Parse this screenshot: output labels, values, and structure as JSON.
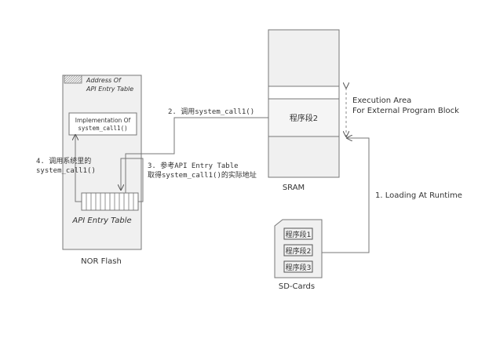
{
  "nor_flash": {
    "label": "NOR Flash",
    "address_line1": "Address Of",
    "address_line2": "API Entry Table",
    "impl_line1": "Implementation Of",
    "impl_line2": "system_call1()",
    "api_table_label": "API Entry Table"
  },
  "sram": {
    "label": "SRAM",
    "segment_label": "程序段2",
    "exec_line1": "Execution Area",
    "exec_line2": "For External Program Block"
  },
  "sd_cards": {
    "label": "SD-Cards",
    "segments": [
      "程序段1",
      "程序段2",
      "程序段3"
    ]
  },
  "steps": {
    "step1": "1. Loading At Runtime",
    "step2": "2. 调用system_call1()",
    "step3_line1": "3. 参考API Entry Table",
    "step3_line2": "取得system_call1()的实际地址",
    "step4_line1": "4. 调用系统里的",
    "step4_line2": "system_call1()"
  },
  "colors": {
    "stroke": "#555555",
    "block_fill": "#f0f0f0",
    "white": "#ffffff",
    "text": "#333333",
    "dashed": "#888888"
  }
}
